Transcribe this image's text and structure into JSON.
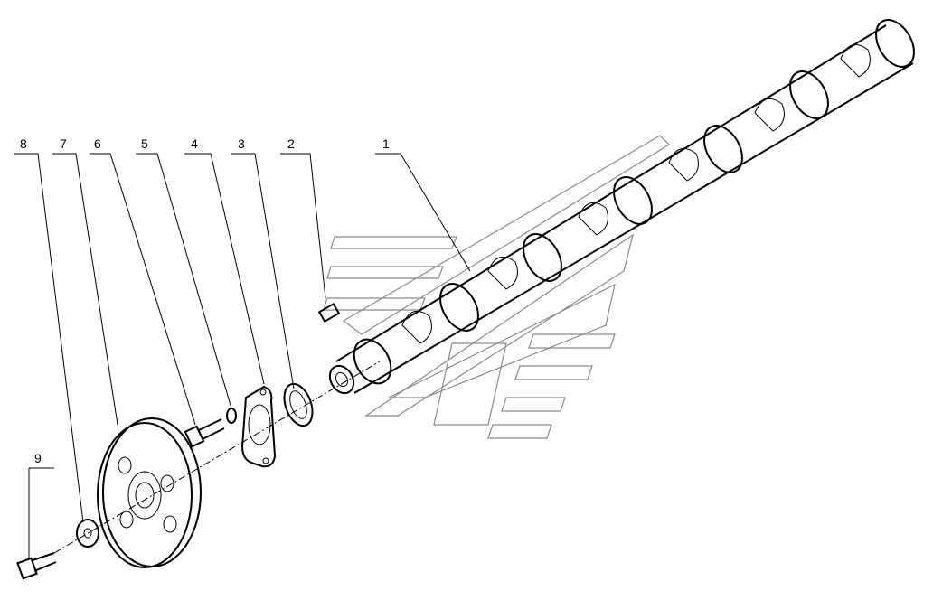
{
  "diagram": {
    "type": "exploded-parts-view",
    "callouts": [
      "1",
      "2",
      "3",
      "4",
      "5",
      "6",
      "7",
      "8",
      "9"
    ]
  }
}
